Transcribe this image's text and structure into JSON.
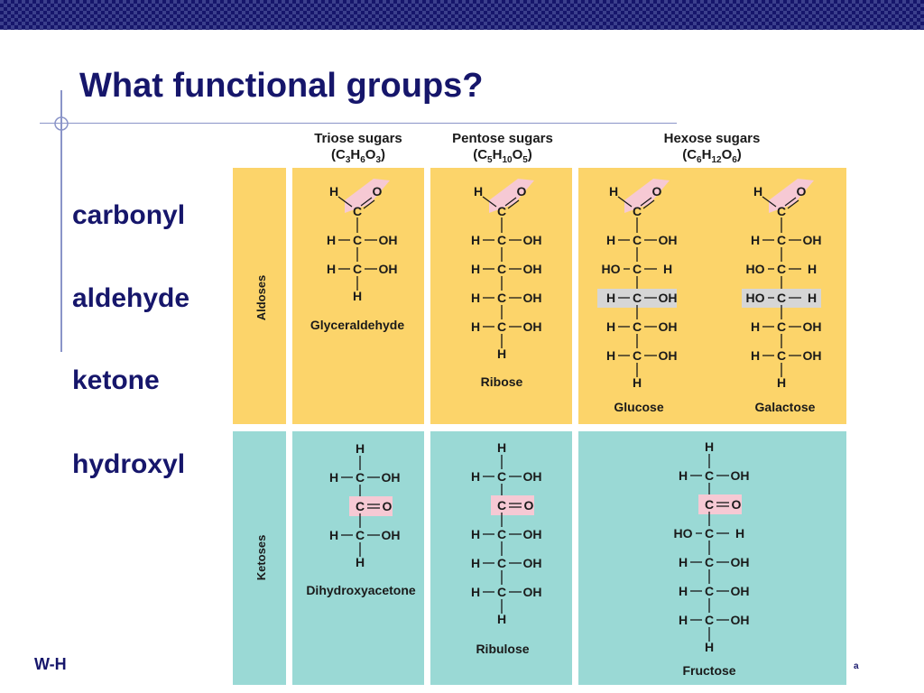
{
  "title": "What functional groups?",
  "terms": [
    "carbonyl",
    "aldehyde",
    "ketone",
    "hydroxyl"
  ],
  "footer": "W-H",
  "footnote": "a",
  "colors": {
    "title_navy": "#16166b",
    "aldose_panel": "#fcd46a",
    "ketose_panel": "#9ad9d5",
    "carbonyl_highlight": "#f6c9d4",
    "hydroxyl_highlight": "#d6d6d6",
    "top_band": "#16166b"
  },
  "figure": {
    "headers": [
      {
        "name": "Triose sugars",
        "formula": [
          "C",
          "3",
          "H",
          "6",
          "O",
          "3"
        ]
      },
      {
        "name": "Pentose sugars",
        "formula": [
          "C",
          "5",
          "H",
          "10",
          "O",
          "5"
        ]
      },
      {
        "name": "Hexose sugars",
        "formula": [
          "C",
          "6",
          "H",
          "12",
          "O",
          "6"
        ]
      }
    ],
    "row_labels": {
      "aldoses": "Aldoses",
      "ketoses": "Ketoses"
    },
    "atoms": {
      "c": "C",
      "h": "H",
      "o": "O",
      "oh": "OH",
      "ho": "HO"
    },
    "sugars": {
      "glyceraldehyde": "Glyceraldehyde",
      "ribose": "Ribose",
      "glucose": "Glucose",
      "galactose": "Galactose",
      "dihydroxyacetone": "Dihydroxyacetone",
      "ribulose": "Ribulose",
      "fructose": "Fructose"
    }
  }
}
